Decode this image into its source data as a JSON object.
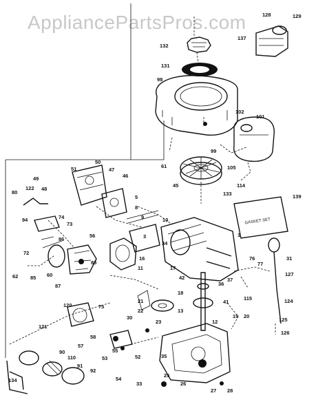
{
  "watermark": "AppliancePartsPros.com",
  "gasket_card_text": "GASKET SET",
  "labels": {
    "l128": "128",
    "l129": "129",
    "l132": "132",
    "l137": "137",
    "l131": "131",
    "l98": "98",
    "l102": "102",
    "l101": "101",
    "l61": "61",
    "l99": "99",
    "l105": "105",
    "l114": "114",
    "l45": "45",
    "l133": "133",
    "l50": "50",
    "l47": "47",
    "l51": "51",
    "l49": "49",
    "l48": "48",
    "l46": "46",
    "l122": "122",
    "l80": "80",
    "l94": "94",
    "l74": "74",
    "l73": "73",
    "l5": "5",
    "l8": "8",
    "l10": "10",
    "l1": "1",
    "l139": "139",
    "l31": "31",
    "l76": "76",
    "l77": "77",
    "l127": "127",
    "l124": "124",
    "l86": "86",
    "l72": "72",
    "l85": "85",
    "l62": "62",
    "l60": "60",
    "l87": "87",
    "l88": "88",
    "l17": "17",
    "l36": "36",
    "l37": "37",
    "l115": "115",
    "l41": "41",
    "l120": "120",
    "l75": "75",
    "l121": "121",
    "l21": "21",
    "l22": "22",
    "l23": "23",
    "l30": "30",
    "l13": "13",
    "l12": "12",
    "l19": "19",
    "l58": "58",
    "l57": "57",
    "l55": "55",
    "l53": "53",
    "l52": "52",
    "l54": "54",
    "l35": "35",
    "l33": "33",
    "l26": "26",
    "l25": "25",
    "l27": "27",
    "l28": "28",
    "l90": "90",
    "l110": "110",
    "l91": "91",
    "l92": "92",
    "l134": "134",
    "l125": "125",
    "l126": "126",
    "l56": "56",
    "l16": "16",
    "l42": "42",
    "l18": "18",
    "l20": "20",
    "l34": "34",
    "l11": "11",
    "l9": "9",
    "l3": "3"
  }
}
